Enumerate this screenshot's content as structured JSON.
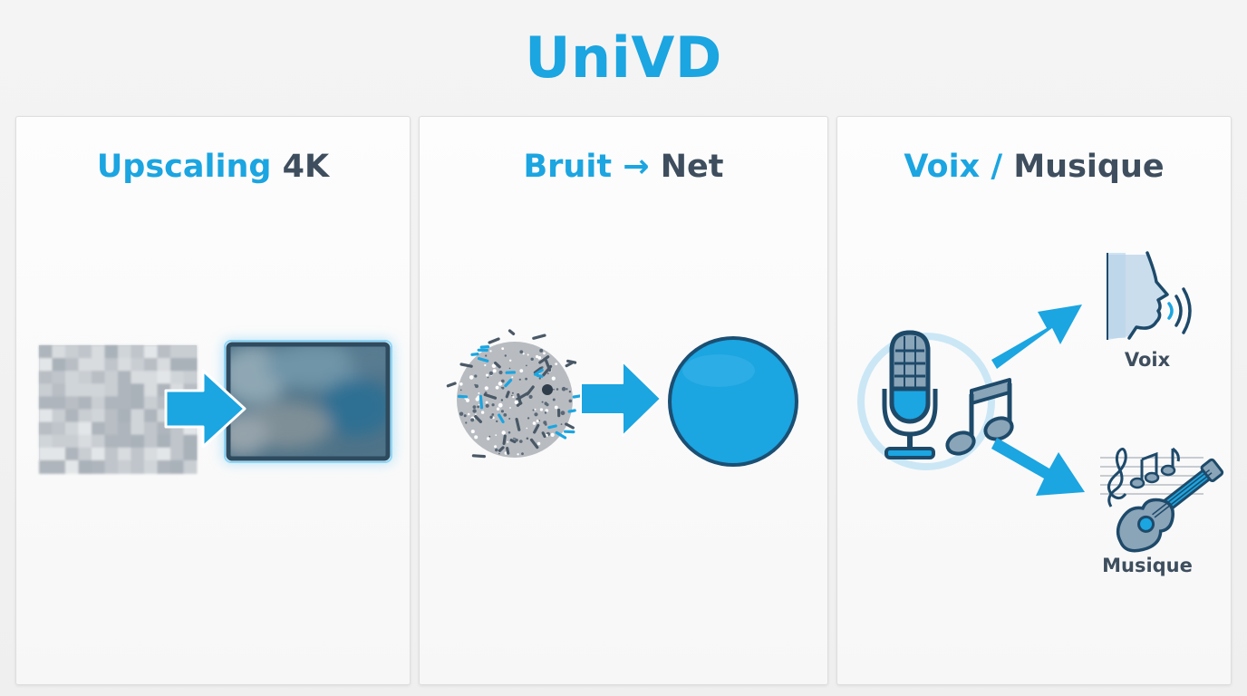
{
  "header": {
    "title": "UniVD"
  },
  "panels": [
    {
      "title_accent": "Upscaling",
      "title_dark": "4K",
      "icons": [
        "low-res-image",
        "arrow-right-icon",
        "hd-screen"
      ]
    },
    {
      "title_accent": "Bruit",
      "arrow": "→",
      "title_dark": "Net",
      "icons": [
        "noise-ball-icon",
        "arrow-right-icon",
        "clean-circle-icon"
      ]
    },
    {
      "title_accent": "Voix",
      "separator": "/",
      "title_dark": "Musique",
      "outputs": [
        {
          "label": "Voix",
          "icon": "voice-face-icon"
        },
        {
          "label": "Musique",
          "icon": "music-guitar-icon"
        }
      ],
      "icons": [
        "microphone-icon",
        "music-note-icon"
      ]
    }
  ],
  "colors": {
    "accent": "#1ba5e1",
    "dark": "#3e4e5e",
    "background": "#f2f2f2"
  }
}
